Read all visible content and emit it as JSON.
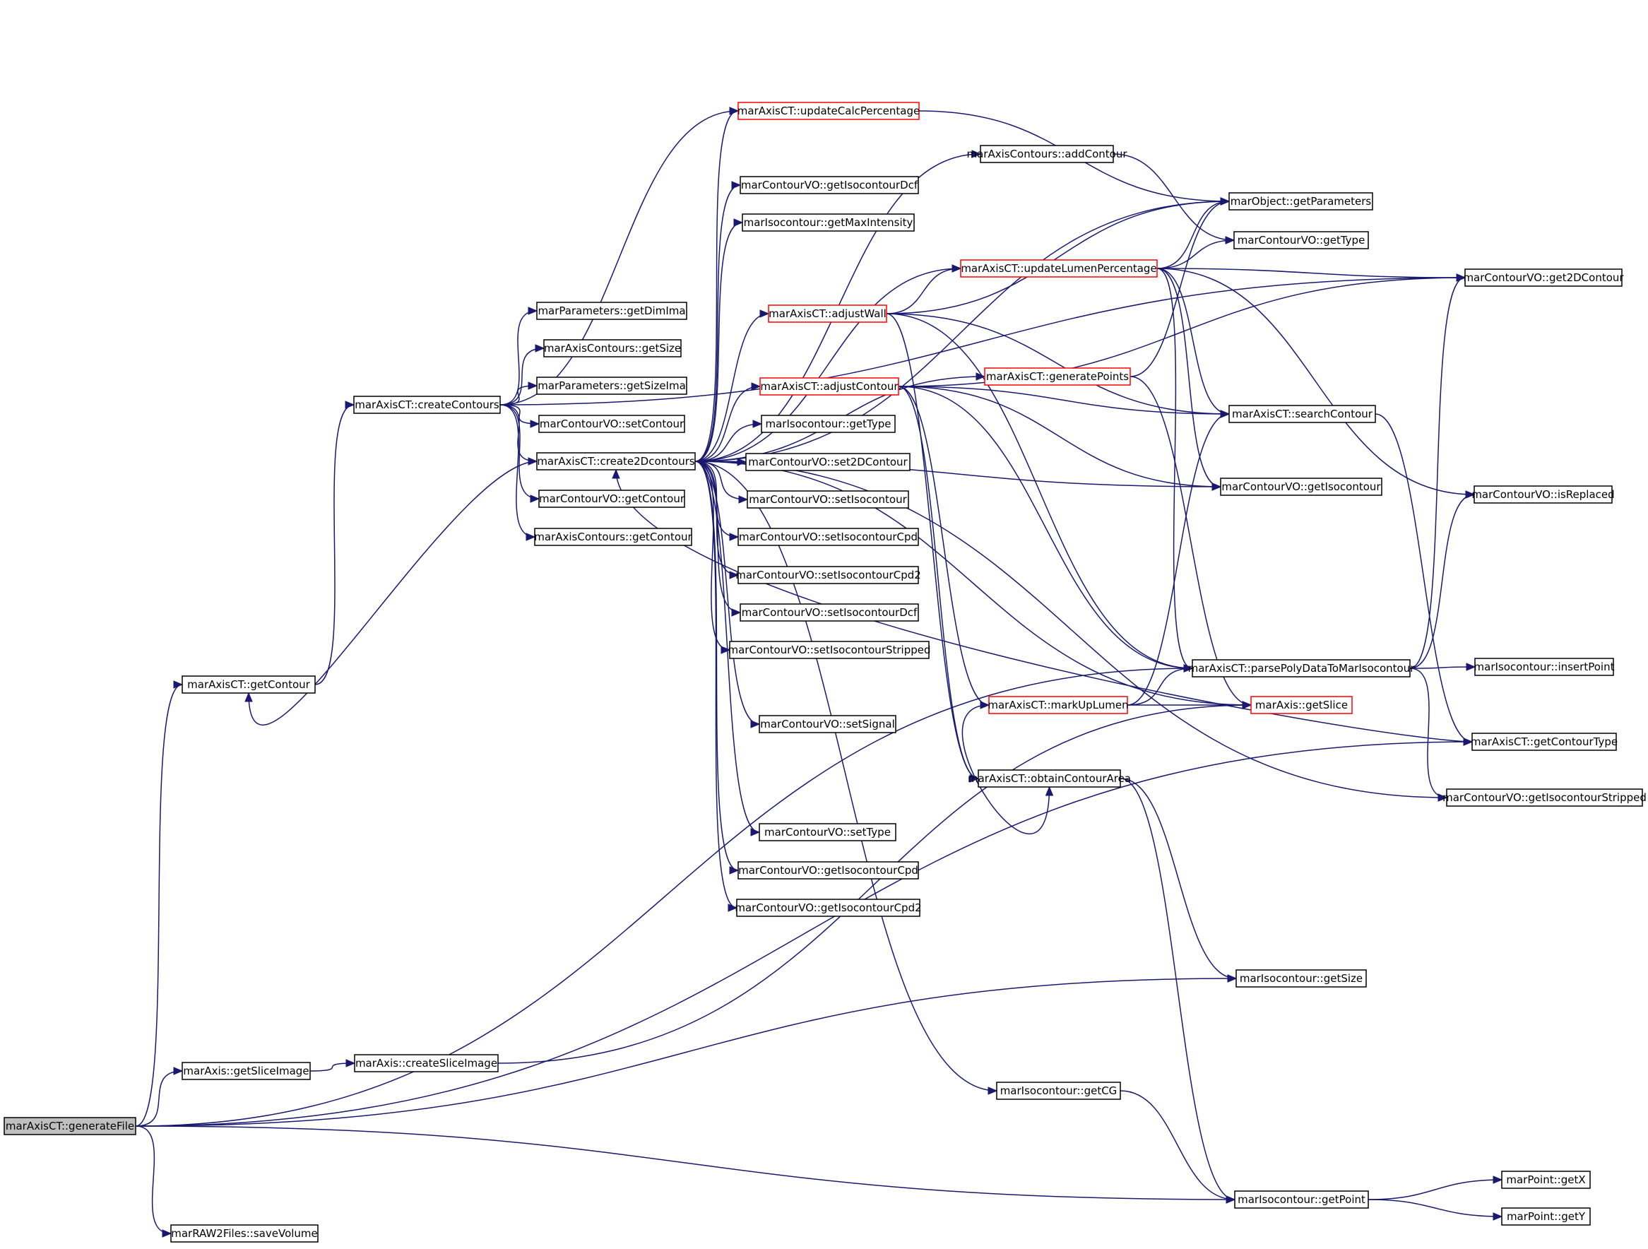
{
  "diagram": {
    "type": "call-graph",
    "colors": {
      "edge": "#191970",
      "root_fill": "#bfbfbf",
      "highlight_border": "#ff0000",
      "border": "#000000"
    },
    "nodes": [
      {
        "id": "generateFile",
        "label": "marAxisCT::generateFile",
        "root": true
      },
      {
        "id": "saveVolume",
        "label": "marRAW2Files::saveVolume"
      },
      {
        "id": "getSliceImage",
        "label": "marAxis::getSliceImage"
      },
      {
        "id": "createSliceImage",
        "label": "marAxis::createSliceImage"
      },
      {
        "id": "getContourCT",
        "label": "marAxisCT::getContour"
      },
      {
        "id": "createContours",
        "label": "marAxisCT::createContours"
      },
      {
        "id": "getDimIma",
        "label": "marParameters::getDimIma"
      },
      {
        "id": "acGetSize",
        "label": "marAxisContours::getSize"
      },
      {
        "id": "getSizeIma",
        "label": "marParameters::getSizeIma"
      },
      {
        "id": "setContour",
        "label": "marContourVO::setContour"
      },
      {
        "id": "create2D",
        "label": "marAxisCT::create2Dcontours"
      },
      {
        "id": "voGetContour",
        "label": "marContourVO::getContour"
      },
      {
        "id": "acGetContour",
        "label": "marAxisContours::getContour"
      },
      {
        "id": "updateCalc",
        "label": "marAxisCT::updateCalcPercentage",
        "highlight": true
      },
      {
        "id": "addContour",
        "label": "marAxisContours::addContour"
      },
      {
        "id": "getIsoDcf",
        "label": "marContourVO::getIsocontourDcf"
      },
      {
        "id": "getMaxInt",
        "label": "marIsocontour::getMaxIntensity"
      },
      {
        "id": "adjustWall",
        "label": "marAxisCT::adjustWall",
        "highlight": true
      },
      {
        "id": "adjustContour",
        "label": "marAxisCT::adjustContour",
        "highlight": true
      },
      {
        "id": "isoGetType",
        "label": "marIsocontour::getType"
      },
      {
        "id": "set2D",
        "label": "marContourVO::set2DContour"
      },
      {
        "id": "setIso",
        "label": "marContourVO::setIsocontour"
      },
      {
        "id": "setIsoCpd",
        "label": "marContourVO::setIsocontourCpd"
      },
      {
        "id": "setIsoCpd2",
        "label": "marContourVO::setIsocontourCpd2"
      },
      {
        "id": "setIsoDcf",
        "label": "marContourVO::setIsocontourDcf"
      },
      {
        "id": "setIsoStripped",
        "label": "marContourVO::setIsocontourStripped"
      },
      {
        "id": "setSignal",
        "label": "marContourVO::setSignal"
      },
      {
        "id": "setType",
        "label": "marContourVO::setType"
      },
      {
        "id": "getIsoCpd",
        "label": "marContourVO::getIsocontourCpd"
      },
      {
        "id": "getIsoCpd2",
        "label": "marContourVO::getIsocontourCpd2"
      },
      {
        "id": "getParameters",
        "label": "marObject::getParameters"
      },
      {
        "id": "voGetType",
        "label": "marContourVO::getType"
      },
      {
        "id": "updateLumen",
        "label": "marAxisCT::updateLumenPercentage",
        "highlight": true
      },
      {
        "id": "generatePoints",
        "label": "marAxisCT::generatePoints",
        "highlight": true
      },
      {
        "id": "searchContour",
        "label": "marAxisCT::searchContour"
      },
      {
        "id": "getIso",
        "label": "marContourVO::getIsocontour"
      },
      {
        "id": "parsePoly",
        "label": "marAxisCT::parsePolyDataToMarIsocontour"
      },
      {
        "id": "markUpLumen",
        "label": "marAxisCT::markUpLumen",
        "highlight": true
      },
      {
        "id": "getSlice",
        "label": "marAxis::getSlice",
        "highlight": true
      },
      {
        "id": "obtainArea",
        "label": "marAxisCT::obtainContourArea"
      },
      {
        "id": "isoGetSize",
        "label": "marIsocontour::getSize"
      },
      {
        "id": "getCG",
        "label": "marIsocontour::getCG"
      },
      {
        "id": "getPoint",
        "label": "marIsocontour::getPoint"
      },
      {
        "id": "get2D",
        "label": "marContourVO::get2DContour"
      },
      {
        "id": "isReplaced",
        "label": "marContourVO::isReplaced"
      },
      {
        "id": "insertPoint",
        "label": "marIsocontour::insertPoint"
      },
      {
        "id": "getContourType",
        "label": "marAxisCT::getContourType"
      },
      {
        "id": "getIsoStripped",
        "label": "marContourVO::getIsocontourStripped"
      },
      {
        "id": "getX",
        "label": "marPoint::getX"
      },
      {
        "id": "getY",
        "label": "marPoint::getY"
      }
    ],
    "edges": [
      [
        "generateFile",
        "getContourCT"
      ],
      [
        "generateFile",
        "getSliceImage"
      ],
      [
        "generateFile",
        "saveVolume"
      ],
      [
        "generateFile",
        "parsePoly"
      ],
      [
        "generateFile",
        "isoGetSize"
      ],
      [
        "generateFile",
        "getContourType"
      ],
      [
        "generateFile",
        "getPoint"
      ],
      [
        "getSliceImage",
        "createSliceImage"
      ],
      [
        "createSliceImage",
        "getSlice"
      ],
      [
        "getContourCT",
        "createContours"
      ],
      [
        "createContours",
        "getDimIma"
      ],
      [
        "createContours",
        "acGetSize"
      ],
      [
        "createContours",
        "getSizeIma"
      ],
      [
        "createContours",
        "setContour"
      ],
      [
        "createContours",
        "create2D"
      ],
      [
        "createContours",
        "voGetContour"
      ],
      [
        "createContours",
        "acGetContour"
      ],
      [
        "createContours",
        "updateCalc"
      ],
      [
        "createContours",
        "get2D"
      ],
      [
        "create2D",
        "updateCalc"
      ],
      [
        "create2D",
        "addContour"
      ],
      [
        "create2D",
        "getIsoDcf"
      ],
      [
        "create2D",
        "getMaxInt"
      ],
      [
        "create2D",
        "updateLumen"
      ],
      [
        "create2D",
        "adjustWall"
      ],
      [
        "create2D",
        "generatePoints"
      ],
      [
        "create2D",
        "adjustContour"
      ],
      [
        "create2D",
        "isoGetType"
      ],
      [
        "create2D",
        "set2D"
      ],
      [
        "create2D",
        "setIso"
      ],
      [
        "create2D",
        "setIsoCpd"
      ],
      [
        "create2D",
        "setIsoCpd2"
      ],
      [
        "create2D",
        "setIsoDcf"
      ],
      [
        "create2D",
        "setIsoStripped"
      ],
      [
        "create2D",
        "setSignal"
      ],
      [
        "create2D",
        "setType"
      ],
      [
        "create2D",
        "getIsoCpd"
      ],
      [
        "create2D",
        "getIsoCpd2"
      ],
      [
        "create2D",
        "getParameters"
      ],
      [
        "create2D",
        "getIso"
      ],
      [
        "create2D",
        "getCG"
      ],
      [
        "create2D",
        "getIsoStripped"
      ],
      [
        "create2D",
        "getSlice"
      ],
      [
        "create2D",
        "getContourCT"
      ],
      [
        "getContourType",
        "create2D"
      ],
      [
        "updateCalc",
        "getParameters"
      ],
      [
        "addContour",
        "voGetType"
      ],
      [
        "adjustWall",
        "updateLumen"
      ],
      [
        "adjustWall",
        "getParameters"
      ],
      [
        "adjustWall",
        "searchContour"
      ],
      [
        "adjustWall",
        "parsePoly"
      ],
      [
        "adjustWall",
        "obtainArea"
      ],
      [
        "adjustContour",
        "searchContour"
      ],
      [
        "adjustContour",
        "get2D"
      ],
      [
        "adjustContour",
        "getIso"
      ],
      [
        "adjustContour",
        "parsePoly"
      ],
      [
        "adjustContour",
        "markUpLumen"
      ],
      [
        "adjustContour",
        "obtainArea"
      ],
      [
        "updateLumen",
        "getParameters"
      ],
      [
        "updateLumen",
        "voGetType"
      ],
      [
        "updateLumen",
        "get2D"
      ],
      [
        "updateLumen",
        "searchContour"
      ],
      [
        "updateLumen",
        "getIso"
      ],
      [
        "updateLumen",
        "parsePoly"
      ],
      [
        "updateLumen",
        "isReplaced"
      ],
      [
        "generatePoints",
        "getParameters"
      ],
      [
        "generatePoints",
        "getSlice"
      ],
      [
        "searchContour",
        "getContourType"
      ],
      [
        "parsePoly",
        "get2D"
      ],
      [
        "parsePoly",
        "isReplaced"
      ],
      [
        "parsePoly",
        "insertPoint"
      ],
      [
        "parsePoly",
        "getIsoStripped"
      ],
      [
        "markUpLumen",
        "searchContour"
      ],
      [
        "markUpLumen",
        "parsePoly"
      ],
      [
        "markUpLumen",
        "getSlice"
      ],
      [
        "markUpLumen",
        "obtainArea"
      ],
      [
        "obtainArea",
        "isoGetSize"
      ],
      [
        "obtainArea",
        "getPoint"
      ],
      [
        "getCG",
        "getPoint"
      ],
      [
        "getPoint",
        "getX"
      ],
      [
        "getPoint",
        "getY"
      ]
    ]
  }
}
